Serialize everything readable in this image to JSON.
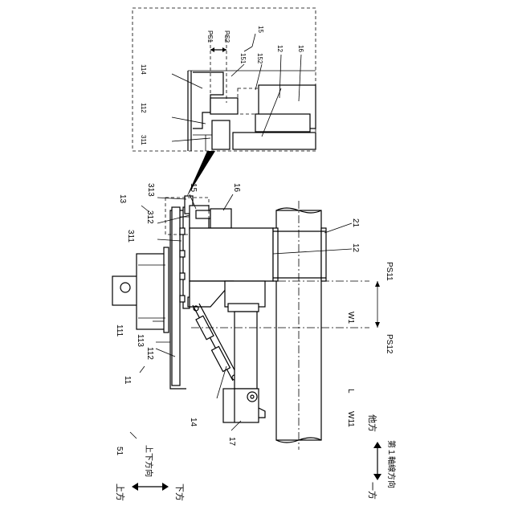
{
  "labels": {
    "l13": "13",
    "l313_main": "313",
    "l15_main": "15",
    "l16_main": "16",
    "l312": "312",
    "l311_main": "311",
    "l21": "21",
    "l12_main": "12",
    "l111": "111",
    "l113": "113",
    "l112_main": "112",
    "l11": "11",
    "l14": "14",
    "l17": "17",
    "l51": "51",
    "lW1": "W1",
    "lW11": "W11",
    "lL": "L",
    "lPS11": "PS11",
    "lPS12": "PS12",
    "z_PS1": "PS1",
    "z_PS2": "PS2",
    "z_15": "15",
    "z_151": "151",
    "z_152": "152",
    "z_12": "12",
    "z_16": "16",
    "z_114": "114",
    "z_112": "112",
    "z_311": "311"
  },
  "legend": {
    "up": "上方",
    "vertical_direction": "上下方向",
    "down": "下方",
    "one_side": "一方",
    "other_side": "他方",
    "first_axis_direction": "第１軸線方向"
  }
}
